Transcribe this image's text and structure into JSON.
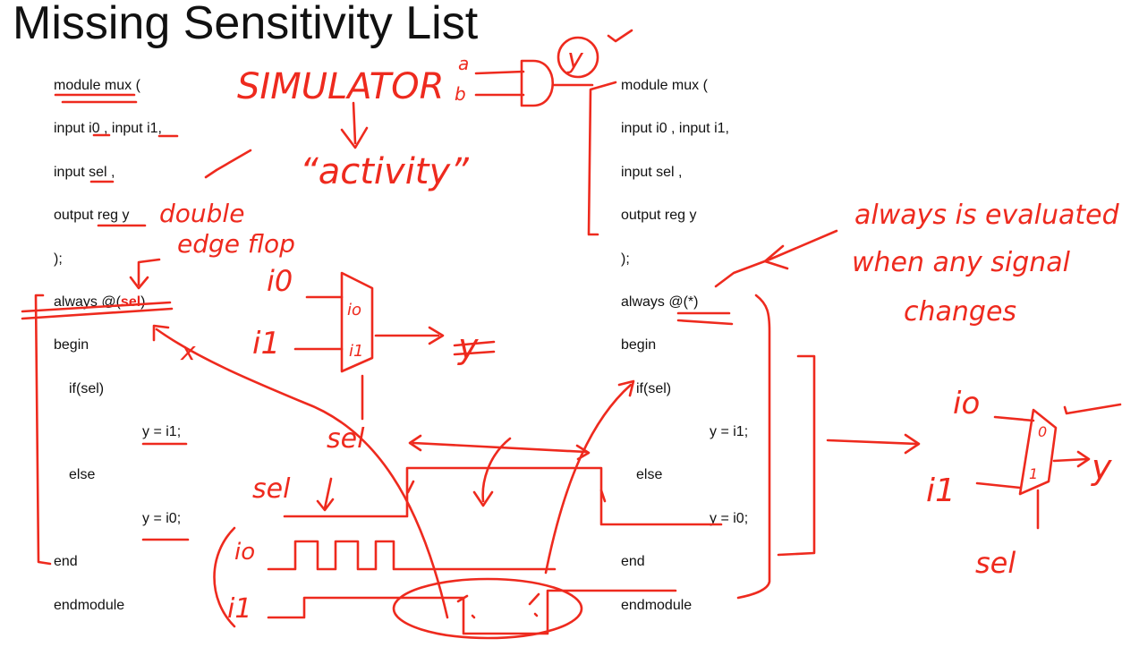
{
  "slide": {
    "title": "Missing Sensitivity List"
  },
  "left_code": {
    "lines": [
      "module mux (",
      "input i0 , input i1,",
      "input sel ,",
      "output reg y",
      ");",
      "always @(",
      "begin",
      "if(sel)",
      "y = i1;",
      "else",
      "y = i0;",
      "end",
      "endmodule"
    ],
    "sensitivity_signal": "sel",
    "sensitivity_close": ")"
  },
  "right_code": {
    "lines": [
      "module mux (",
      "input i0 , input i1,",
      "input sel ,",
      "output reg y",
      ");",
      "always @(*)",
      "begin",
      "if(sel)",
      "y = i1;",
      "else",
      "y = i0;",
      "end",
      "endmodule"
    ]
  },
  "annotations": {
    "simulator": "SIMULATOR",
    "activity": "“activity”",
    "double_edge_flop_1": "double",
    "double_edge_flop_2": "edge flop",
    "always_note_1": "always is evaluated",
    "always_note_2": "when any signal",
    "always_note_3": "changes",
    "gate_a": "a",
    "gate_b": "b",
    "gate_y": "y",
    "mux_i0": "i0",
    "mux_i1": "i1",
    "mux_sel": "sel",
    "mux_in0": "io",
    "mux_in1": "i1",
    "not_equal_y": "y",
    "wave_sel": "sel",
    "wave_i0": "io",
    "wave_i1": "i1",
    "cross": "x",
    "right_mux_i0": "io",
    "right_mux_i1": "i1",
    "right_mux_sel": "sel",
    "right_mux_0": "0",
    "right_mux_1": "1",
    "right_mux_y": "y"
  },
  "colors": {
    "ink": "#ee2a1e",
    "text": "#111111",
    "background": "#ffffff"
  }
}
